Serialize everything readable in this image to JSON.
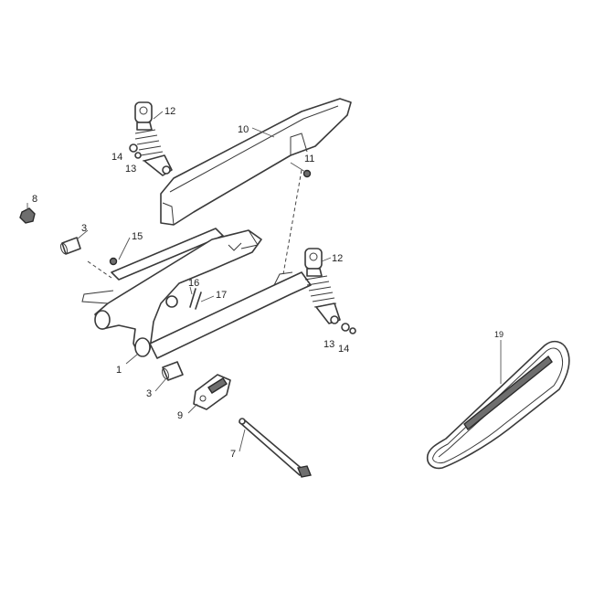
{
  "callouts": {
    "c1": "1",
    "c3a": "3",
    "c3b": "3",
    "c7": "7",
    "c8": "8",
    "c9": "9",
    "c10": "10",
    "c11": "11",
    "c12a": "12",
    "c12b": "12",
    "c13a": "13",
    "c13b": "13",
    "c14a": "14",
    "c14b": "14",
    "c15": "15",
    "c16": "16",
    "c17": "17",
    "c19": "19"
  }
}
